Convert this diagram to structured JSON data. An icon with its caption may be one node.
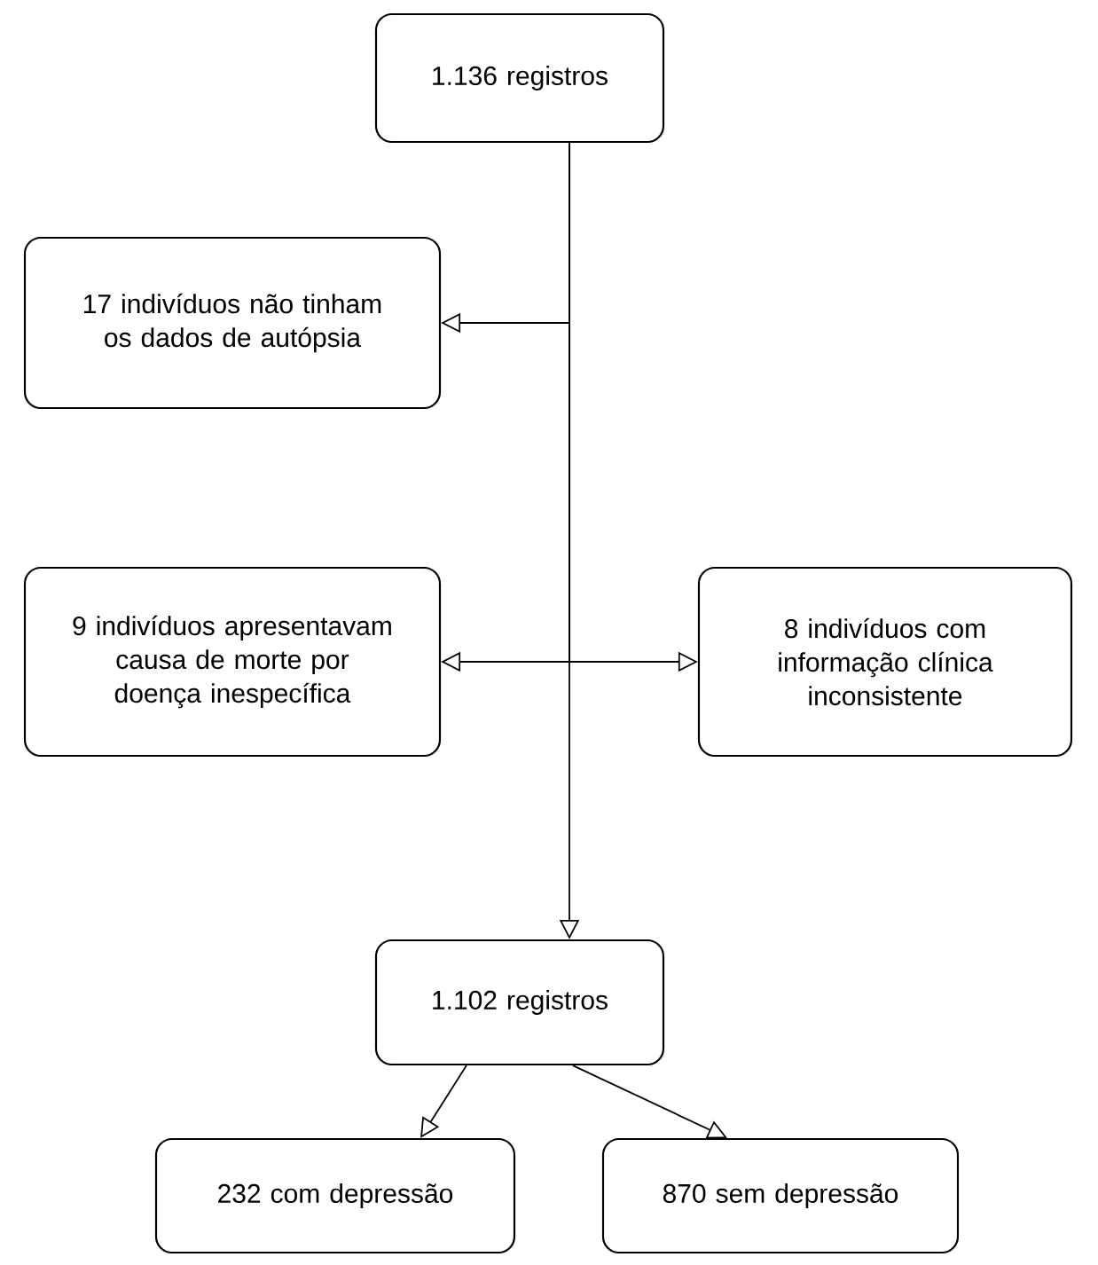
{
  "diagram": {
    "nodes": [
      {
        "text": [
          "1.136 registros"
        ]
      },
      {
        "text": [
          "17 indivíduos não tinham os dados de autópsia"
        ]
      },
      {
        "text": [
          "9 indivíduos apresentavam causa de morte por doença inespecífica"
        ]
      },
      {
        "text": [
          "8 indivíduos com informação clínica inconsistente"
        ]
      },
      {
        "text": [
          "1.102 registros"
        ]
      },
      {
        "text": [
          "232 com depressão"
        ]
      },
      {
        "text": [
          "870 sem depressão"
        ]
      }
    ],
    "edges": [
      {
        "from": 0,
        "to": 1,
        "arrow": "to"
      },
      {
        "from": 0,
        "to": 2,
        "arrow": "to"
      },
      {
        "from": 0,
        "to": 3,
        "arrow": "to"
      },
      {
        "from": 0,
        "to": 4,
        "arrow": "to"
      },
      {
        "from": 4,
        "to": 5,
        "arrow": "to"
      },
      {
        "from": 4,
        "to": 6,
        "arrow": "to"
      }
    ]
  }
}
